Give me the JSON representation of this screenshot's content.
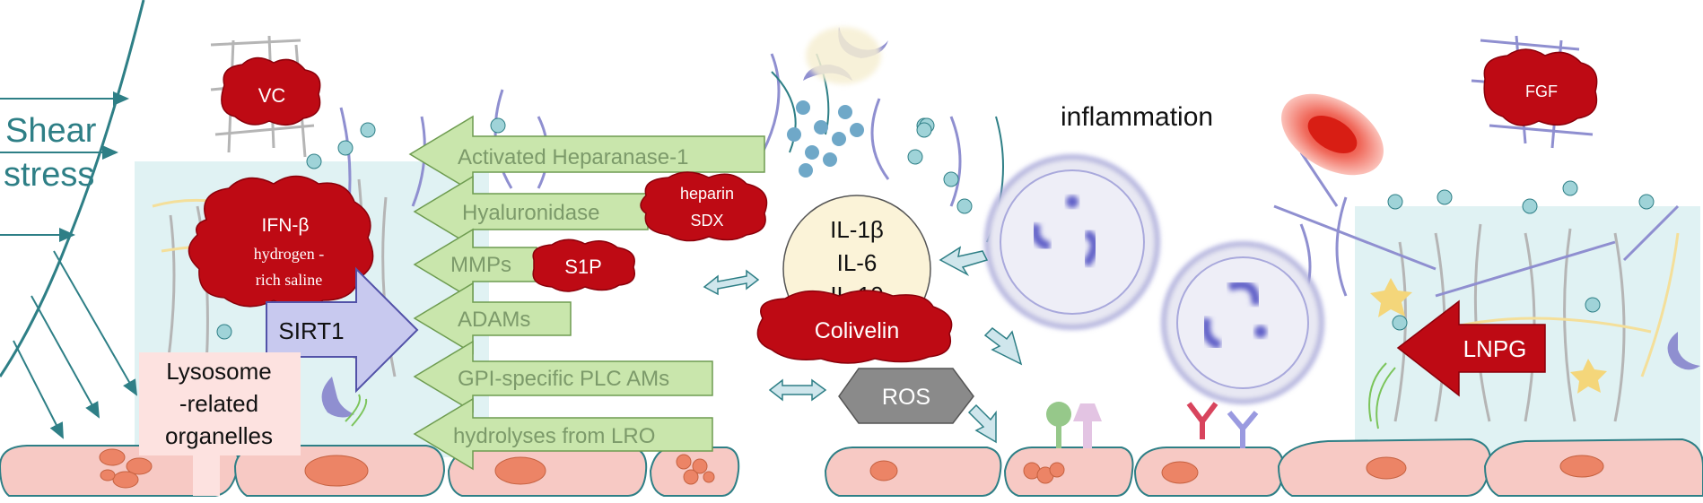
{
  "shear": {
    "line1": "Shear",
    "line2": "stress"
  },
  "vc_label": "VC",
  "fgf_label": "FGF",
  "inflammation_label": "inflammation",
  "ifn_cloud": {
    "line1": "IFN-β",
    "line2": "hydrogen -",
    "line3": "rich saline"
  },
  "sirt1_label": "SIRT1",
  "lysosome": {
    "line1": "Lysosome",
    "line2": "-related",
    "line3": "organelles"
  },
  "enzymes": [
    {
      "label": "Activated Heparanase-1"
    },
    {
      "label": "Hyaluronidase"
    },
    {
      "label": "MMPs"
    },
    {
      "label": "ADAMs"
    },
    {
      "label": "GPI-specific PLC AMs"
    },
    {
      "label": "hydrolyses from LRO"
    }
  ],
  "heparin_cloud": {
    "line1": "heparin",
    "line2": "SDX"
  },
  "s1p_label": "S1P",
  "cytokines": {
    "line1": "IL-1β",
    "line2": "IL-6",
    "line3": "IL-10"
  },
  "colivelin_label": "Colivelin",
  "ros_label": "ROS",
  "lnpg_label": "LNPG",
  "colors": {
    "teal": "#2e7f86",
    "endothelial": "#f7c9c4",
    "nucleus": "#ec8466",
    "enzyme_green": "#c9e6ac",
    "enzyme_text": "#7c9a6a",
    "cloud_red": "#be0a14",
    "sirt_purple": "#c8c9ef",
    "lysosome_pink": "#fde2e0",
    "cytokine_cream": "#fbf3d8",
    "ros_gray": "#8a8a8a",
    "glycocalyx_blue": "#d3ecee"
  }
}
